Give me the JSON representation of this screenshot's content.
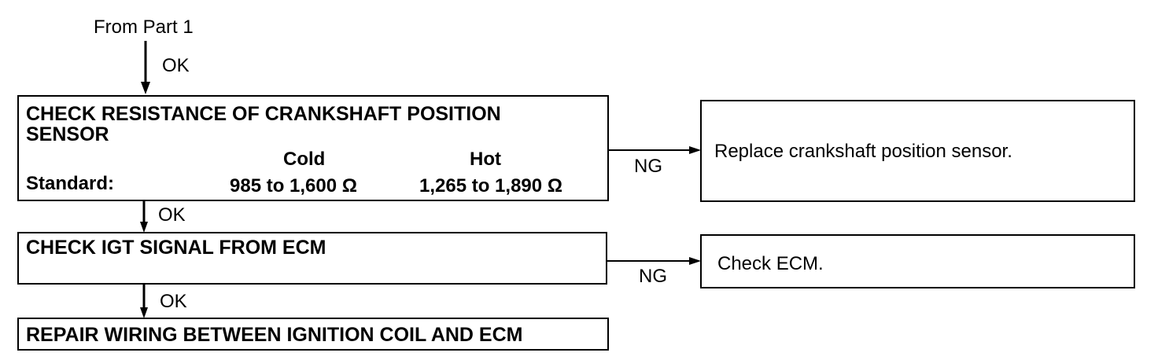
{
  "start": {
    "label": "From Part 1",
    "result": "OK"
  },
  "step1": {
    "title": "CHECK RESISTANCE OF CRANKSHAFT POSITION SENSOR",
    "standard_label": "Standard:",
    "cold_header": "Cold",
    "hot_header": "Hot",
    "cold_value": "985 to 1,600 Ω",
    "hot_value": "1,265 to 1,890 Ω",
    "ng_label": "NG",
    "ok_label": "OK",
    "ng_action": "Replace crankshaft position sensor."
  },
  "step2": {
    "title": "CHECK IGT SIGNAL FROM ECM",
    "ng_label": "NG",
    "ok_label": "OK",
    "ng_action": "Check ECM."
  },
  "step3": {
    "title": "REPAIR WIRING BETWEEN IGNITION COIL AND ECM"
  }
}
